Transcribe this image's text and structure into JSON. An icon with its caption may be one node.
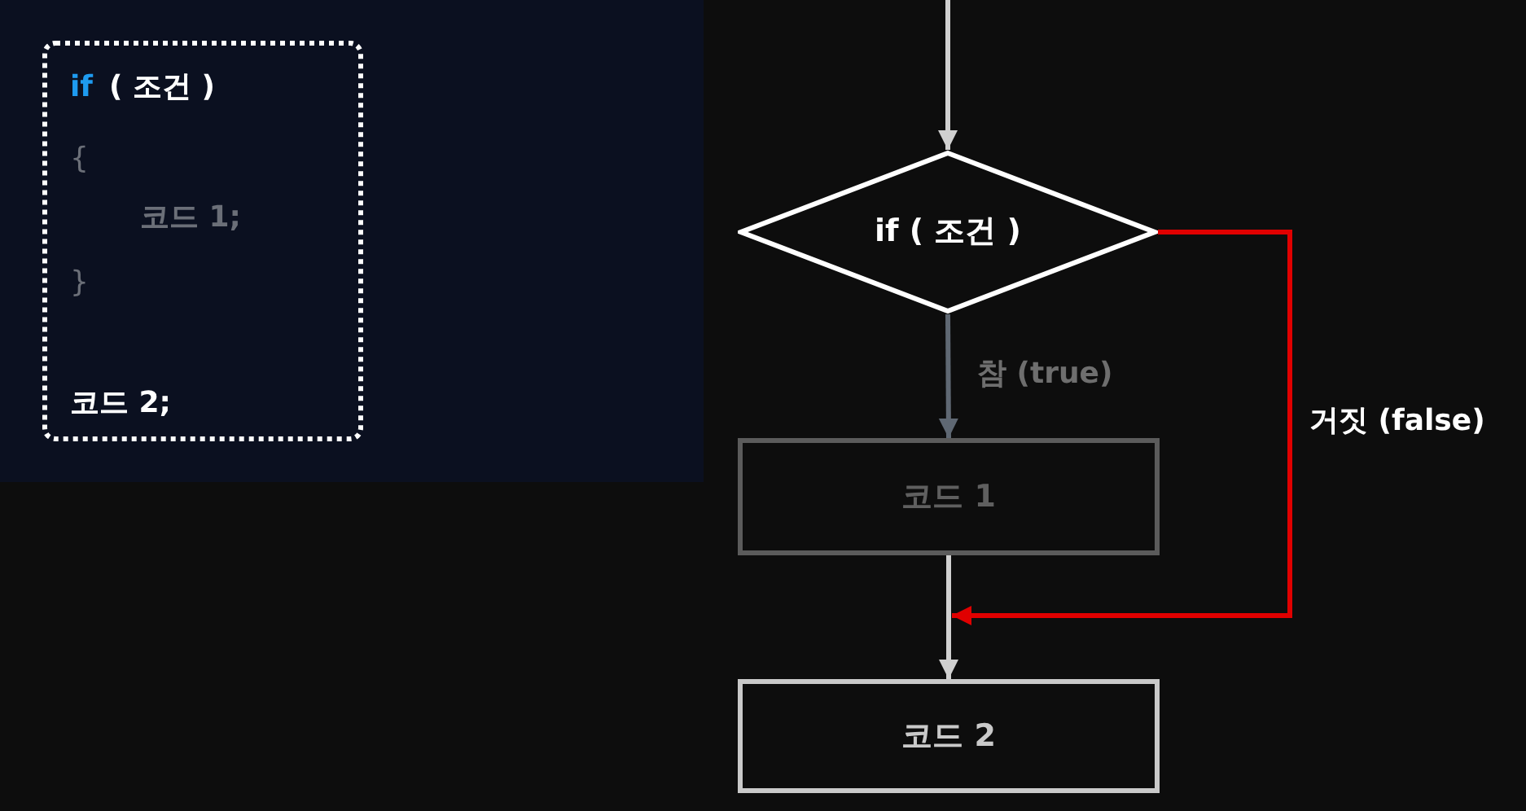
{
  "diagram": {
    "nodes": [
      {
        "text": [
          "if",
          "( 조건 )",
          "{",
          "코드 1;",
          "}",
          "코드 2;"
        ]
      },
      {
        "text": [
          "if ( 조건 )"
        ]
      },
      {
        "text": [
          "코드 1"
        ]
      },
      {
        "text": [
          "코드 2"
        ]
      }
    ],
    "edges": [
      {
        "from": null,
        "to": 1,
        "arrow": "to"
      },
      {
        "from": 1,
        "to": 2,
        "arrow": "to",
        "label": "참 (true)",
        "color": "#5f6873"
      },
      {
        "from": 2,
        "to": 3,
        "arrow": "to"
      },
      {
        "from": 1,
        "to": 3,
        "arrow": "to",
        "label": "거짓 (false)",
        "color": "#e00000"
      }
    ]
  }
}
